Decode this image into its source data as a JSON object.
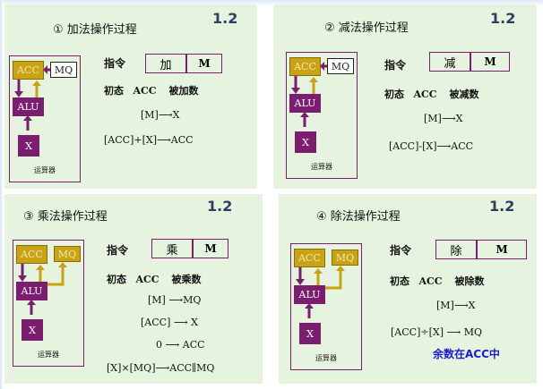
{
  "colors": {
    "panel_bg": "#e5f3df",
    "register_gold": "#c9a316",
    "register_purple": "#7b1e6f",
    "note_blue": "#1c1ccc"
  },
  "diagram_labels": {
    "acc": "ACC",
    "mq": "MQ",
    "alu": "ALU",
    "x": "X",
    "unit": "运算器"
  },
  "instruction_label": "指令",
  "initial_label": "初态",
  "panels": [
    {
      "title": "① 加法操作过程",
      "version": "1.2",
      "op": "加",
      "addr": "M",
      "initial_reg": "ACC",
      "initial_desc": "被加数",
      "steps": [
        "[M]⟶X",
        "[ACC]+[X]⟶ACC"
      ]
    },
    {
      "title": "② 减法操作过程",
      "version": "1.2",
      "op": "减",
      "addr": "M",
      "initial_reg": "ACC",
      "initial_desc": "被减数",
      "steps": [
        "[M]⟶X",
        "[ACC]-[X]⟶ACC"
      ]
    },
    {
      "title": "③ 乘法操作过程",
      "version": "1.2",
      "op": "乘",
      "addr": "M",
      "initial_reg": "ACC",
      "initial_desc": "被乘数",
      "steps": [
        "[M] ⟶MQ",
        "[ACC] ⟶ X",
        "0 ⟶ ACC",
        "[X]×[MQ]⟶ACC∥MQ"
      ]
    },
    {
      "title": "④ 除法操作过程",
      "version": "1.2",
      "op": "除",
      "addr": "M",
      "initial_reg": "ACC",
      "initial_desc": "被除数",
      "steps": [
        "[M]⟶X",
        "[ACC]÷[X] ⟶ MQ"
      ],
      "note": "余数在ACC中"
    }
  ]
}
